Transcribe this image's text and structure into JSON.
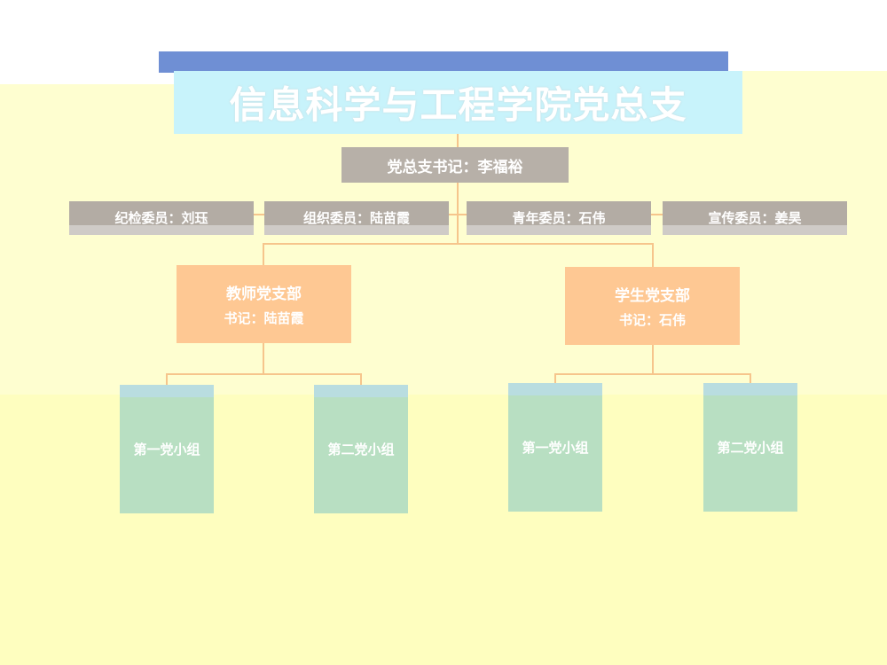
{
  "title": "信息科学与工程学院党总支",
  "secretary": "党总支书记：李福裕",
  "members": [
    "纪检委员：刘珏",
    "组织委员：陆苗霞",
    "青年委员：石伟",
    "宣传委员：姜昊"
  ],
  "branches": [
    {
      "name": "教师党支部",
      "secretary": "书记：陆苗霞",
      "groups": [
        "第一党小组",
        "第二党小组"
      ]
    },
    {
      "name": "学生党支部",
      "secretary": "书记：石伟",
      "groups": [
        "第一党小组",
        "第二党小组"
      ]
    }
  ],
  "colors": {
    "title_band": "#6f8fd4",
    "title_box": "#c8f3fb",
    "secretary_box": "#b7b0a8",
    "member_box": "#b3aca4",
    "branch_box": "#fec893",
    "group_box": "#b8dfc2",
    "connector": "#f6c58c",
    "background": "#fefed0"
  }
}
